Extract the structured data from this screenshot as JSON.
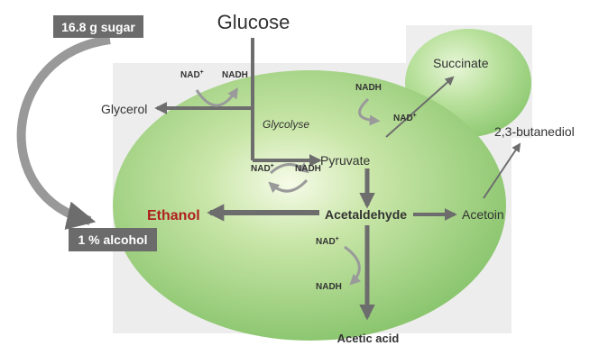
{
  "labels": {
    "sugar": "16.8 g sugar",
    "alcohol": "1 % alcohol",
    "glucose": "Glucose",
    "glycerol": "Glycerol",
    "glycolyse": "Glycolyse",
    "pyruvate": "Pyruvate",
    "succinate": "Succinate",
    "butanediol": "2,3-butanediol",
    "ethanol": "Ethanol",
    "acetaldehyde": "Acetaldehyde",
    "acetoin": "Acetoin",
    "acetic_acid": "Acetic acid"
  },
  "cofactors": {
    "nad": "NAD",
    "nadh": "NADH",
    "plus": "+"
  },
  "colors": {
    "cell_green": "#8cc870",
    "succinate_green": "#a6d98a",
    "arrow_gray": "#6d6d6d",
    "cycle_gray": "#9a9a9a",
    "label_box": "#6b6b6b",
    "ethanol_red": "#b01e1e",
    "text_dark": "#333333"
  }
}
